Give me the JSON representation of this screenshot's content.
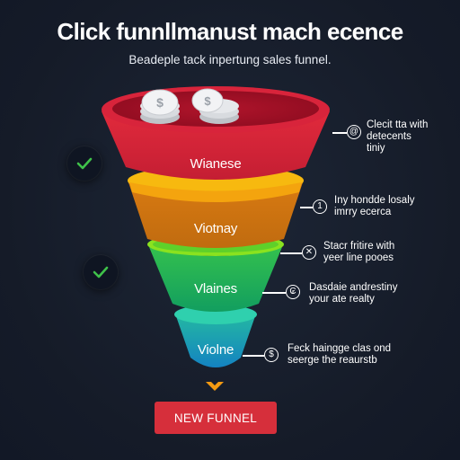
{
  "header": {
    "title": "Click funnllmanust mach ecence",
    "subtitle": "Beadeple tack inpertung sales funnel."
  },
  "stages": [
    {
      "label": "Wianese",
      "color": "#d8243b"
    },
    {
      "label": "Viotnay",
      "color": "#f08a0c"
    },
    {
      "label": "Vlaines",
      "color": "#1fae57"
    },
    {
      "label": "Violne",
      "color": "#1797b8"
    }
  ],
  "notes": [
    {
      "icon": "at-sign-icon",
      "glyph": "@",
      "lines": [
        "Clecit tta with",
        "detecents",
        "tiniy"
      ]
    },
    {
      "icon": "number-one-icon",
      "glyph": "1",
      "lines": [
        "Iny hondde losaly",
        "imrry ecerca"
      ]
    },
    {
      "icon": "shuffle-icon",
      "glyph": "✕",
      "lines": [
        "Stacr fritire with",
        "yeer line pooes"
      ]
    },
    {
      "icon": "currency-icon",
      "glyph": "₢",
      "lines": [
        "Dasdaie andrestiny",
        "your ate realty"
      ]
    },
    {
      "icon": "dollar-icon",
      "glyph": "$",
      "lines": [
        "Feck haingge clas ond",
        "seerge the reaurstb"
      ]
    }
  ],
  "checks": [
    {
      "icon": "checkmark-icon"
    },
    {
      "icon": "checkmark-icon"
    }
  ],
  "cta": {
    "label": "NEW FUNNEL"
  },
  "coins": {
    "icon": "dollar-coin-icon",
    "glyph": "$"
  },
  "colors": {
    "background": "#161d2b",
    "accent_red": "#d62f3b",
    "check_green": "#3fc24a"
  }
}
